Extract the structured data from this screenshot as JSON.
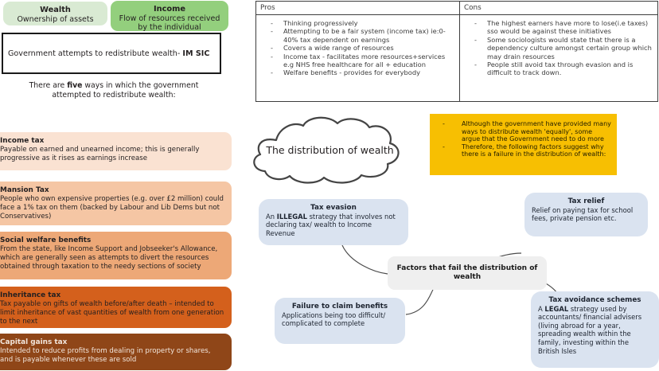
{
  "header": {
    "wealth": {
      "title": "Wealth",
      "desc": "Ownership of assets"
    },
    "income": {
      "title": "Income",
      "desc": "Flow of resources received by the individual"
    },
    "imsic": {
      "text": "Government attempts to redistribute wealth- ",
      "bold": "IM SIC"
    },
    "five_ways": {
      "pre": "There are ",
      "bold": "five",
      "post": " ways in which the government attempted to redistribute wealth:"
    }
  },
  "redistribution_methods": [
    {
      "title": "Income tax",
      "body": "Payable on earned and unearned income; this is generally progressive as it rises as earnings increase",
      "color": "#fae2d2",
      "text_color": "#231f20"
    },
    {
      "title": "Mansion Tax",
      "body": "People who own expensive properties (e.g. over £2 million) could face a 1% tax on them (backed by Labour and Lib Dems but not Conservatives)",
      "color": "#f5c6a4",
      "text_color": "#231f20"
    },
    {
      "title": "Social welfare benefits",
      "body": "From the state, like Income Support and Jobseeker's Allowance, which are generally seen as attempts to divert the resources obtained through taxation to the needy sections of society",
      "color": "#eda877",
      "text_color": "#231f20"
    },
    {
      "title": "Inheritance tax",
      "body": "Tax payable on gifts of wealth before/after death – intended to limit inheritance of vast quantities of wealth from one generation to the next",
      "color": "#d4601c",
      "text_color": "#231f20"
    },
    {
      "title": "Capital gains tax",
      "body": "Intended to reduce profits from dealing in property or shares, and is payable whenever these are sold",
      "color": "#8f4618",
      "text_color": "#f2e6dc"
    }
  ],
  "table": {
    "columns": [
      {
        "header": "Pros",
        "items": [
          "Thinking progressively",
          "Attempting to be a fair system (income tax) ie:0-40% tax dependent  on earnings",
          "Covers a wide range of resources",
          "Income tax - facilitates more resources+services e.g NHS free healthcare for all + education",
          "Welfare benefits - provides for everybody"
        ]
      },
      {
        "header": "Cons",
        "items": [
          "The highest earners have more to lose(i.e taxes) sso would be against these initiatives",
          "Some sociologists would state that there is a dependency culture amongst certain group which may drain resources",
          "People still avoid tax through evasion and is difficult to track down."
        ]
      }
    ],
    "bullet": "-"
  },
  "cloud": {
    "label": "The distribution of wealth"
  },
  "yellow_note": {
    "bullet": "-",
    "items": [
      "Although the government have provided many ways to distribute wealth 'equally', some argue that the Government need to do more",
      "Therefore, the following factors suggest why there is a failure in the distribution of wealth:"
    ],
    "color": "#f7bf02"
  },
  "mindmap": {
    "center": {
      "label": "Factors that fail the distribution of wealth"
    },
    "nodes": [
      {
        "title": "Tax evasion",
        "body_pre": "An ",
        "body_bold": "ILLEGAL",
        "body_post": " strategy that involves not declaring tax/ wealth to Income Revenue"
      },
      {
        "title": "Tax relief",
        "body_pre": "Relief on paying tax for school fees, private pension etc.",
        "body_bold": "",
        "body_post": ""
      },
      {
        "title": "Failure to claim benefits",
        "body_pre": "Applications being too difficult/ complicated to complete",
        "body_bold": "",
        "body_post": ""
      },
      {
        "title": "Tax avoidance schemes",
        "body_pre": "A ",
        "body_bold": "LEGAL",
        "body_post": " strategy used by accountants/ financial advisers (living abroad for a year, spreading wealth within  the family, investing within the British Isles"
      }
    ],
    "bubble_color": "#dae3f0",
    "center_color": "#efefef"
  }
}
